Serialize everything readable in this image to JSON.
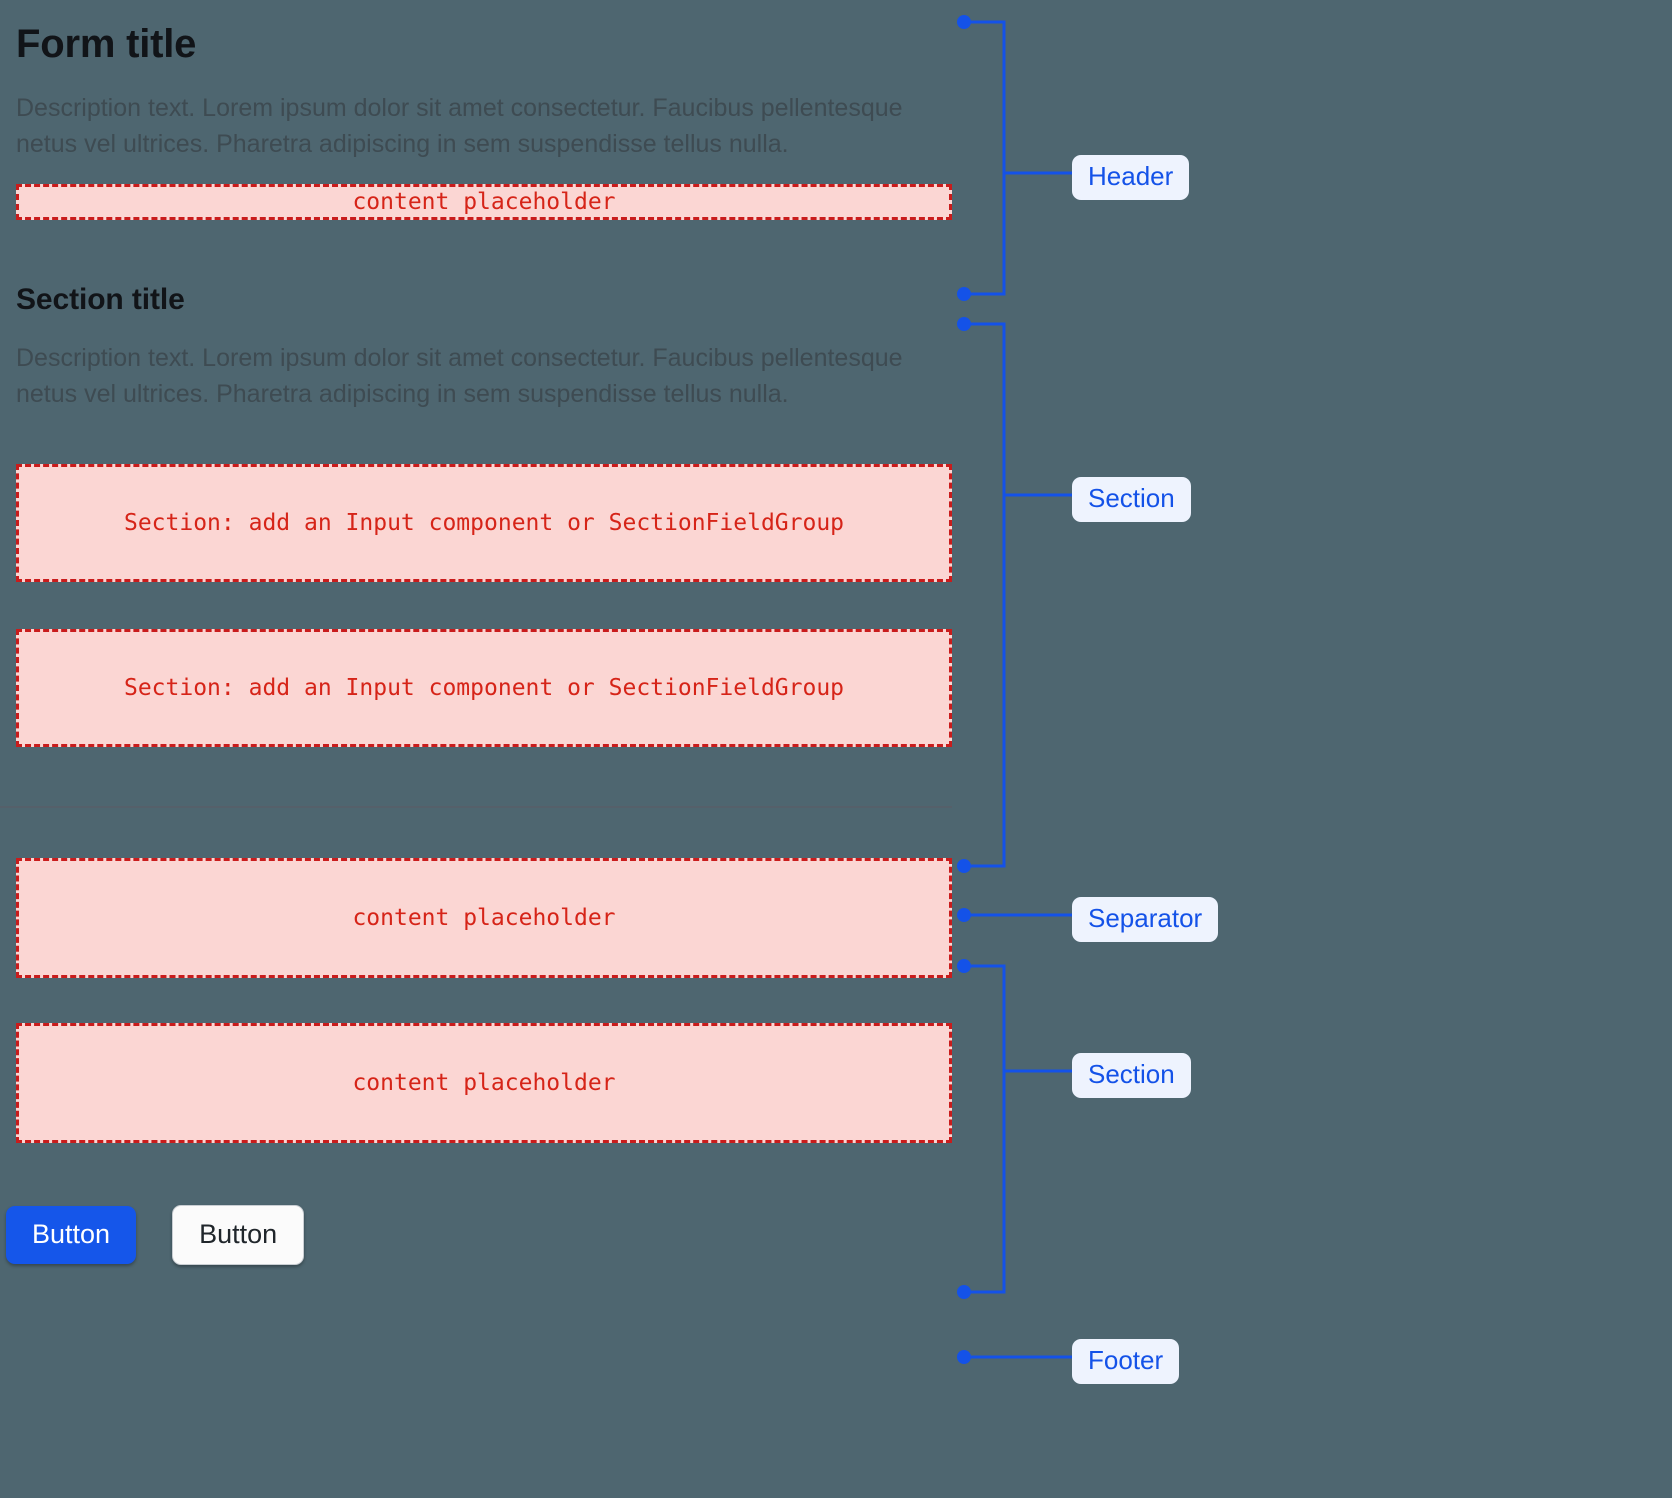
{
  "theme": {
    "page_background": "#4e6670",
    "heading_color": "#111418",
    "description_color": "#3e4b52",
    "placeholder_border": "#c91c1c",
    "placeholder_fill": "#fbd6d3",
    "placeholder_text": "#d62418",
    "annotation_accent": "#1452e8",
    "annotation_pill_background": "#eef3fe",
    "separator_color": "#55606a",
    "primary_button_background": "#1556ea",
    "primary_button_text": "#ffffff",
    "secondary_button_background": "#fbfbfb",
    "secondary_button_text": "#20262b",
    "secondary_button_border": "#c9ced3"
  },
  "header": {
    "title": "Form title",
    "description": "Description text. Lorem ipsum dolor sit amet consectetur. Faucibus pellentesque netus vel ultrices. Pharetra adipiscing in sem suspendisse tellus nulla.",
    "placeholder": "content placeholder"
  },
  "section": {
    "title": "Section title",
    "description": "Description text. Lorem ipsum dolor sit amet consectetur. Faucibus pellentesque netus vel ultrices. Pharetra adipiscing in sem suspendisse tellus nulla.",
    "field_placeholder_1": "Section: add an Input component or SectionFieldGroup",
    "field_placeholder_2": "Section: add an Input component or SectionFieldGroup"
  },
  "section_two": {
    "placeholder_1": "content placeholder",
    "placeholder_2": "content placeholder"
  },
  "footer": {
    "primary_button": "Button",
    "secondary_button": "Button"
  },
  "annotations": {
    "header": "Header",
    "section_one": "Section",
    "separator": "Separator",
    "section_two": "Section",
    "footer": "Footer"
  }
}
